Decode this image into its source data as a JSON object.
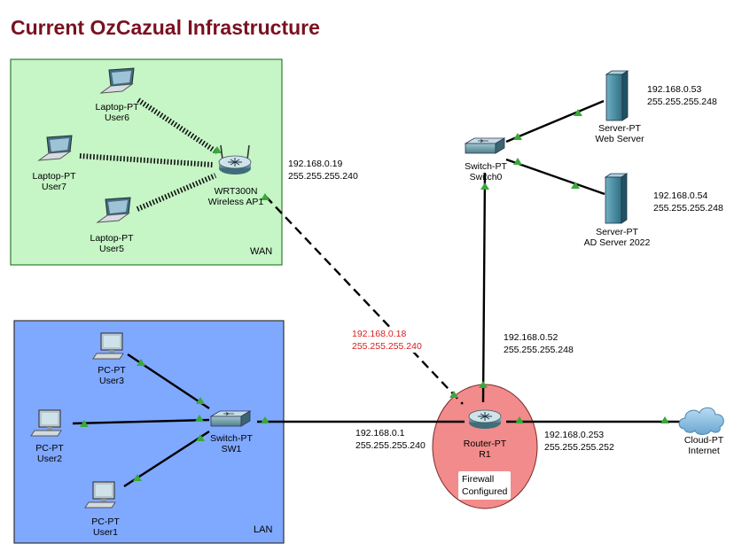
{
  "title": "Current OzCazual Infrastructure",
  "zones": {
    "wan": "WAN",
    "lan": "LAN"
  },
  "devices": {
    "user6": {
      "model": "Laptop-PT",
      "name": "User6"
    },
    "user7": {
      "model": "Laptop-PT",
      "name": "User7"
    },
    "user5": {
      "model": "Laptop-PT",
      "name": "User5"
    },
    "ap1": {
      "model": "WRT300N",
      "name": "Wireless AP1"
    },
    "user3": {
      "model": "PC-PT",
      "name": "User3"
    },
    "user2": {
      "model": "PC-PT",
      "name": "User2"
    },
    "user1": {
      "model": "PC-PT",
      "name": "User1"
    },
    "sw1": {
      "model": "Switch-PT",
      "name": "SW1"
    },
    "switch0": {
      "model": "Switch-PT",
      "name": "Switch0"
    },
    "web": {
      "model": "Server-PT",
      "name": "Web Server"
    },
    "ad": {
      "model": "Server-PT",
      "name": "AD Server 2022"
    },
    "r1": {
      "model": "Router-PT",
      "name": "R1"
    },
    "cloud": {
      "model": "Cloud-PT",
      "name": "Internet"
    }
  },
  "addresses": {
    "ap1": {
      "ip": "192.168.0.19",
      "mask": "255.255.255.240"
    },
    "r1_wan": {
      "ip": "192.168.0.18",
      "mask": "255.255.255.240"
    },
    "r1_srv": {
      "ip": "192.168.0.52",
      "mask": "255.255.255.248"
    },
    "web": {
      "ip": "192.168.0.53",
      "mask": "255.255.255.248"
    },
    "ad": {
      "ip": "192.168.0.54",
      "mask": "255.255.255.248"
    },
    "r1_lan": {
      "ip": "192.168.0.1",
      "mask": "255.255.255.240"
    },
    "r1_inet": {
      "ip": "192.168.0.253",
      "mask": "255.255.255.252"
    }
  },
  "firewall_note": {
    "line1": "Firewall",
    "line2": "Configured"
  },
  "colors": {
    "title": "#7a1020",
    "wan_fill": "#c6f5c6",
    "wan_border": "#2e7d2e",
    "lan_fill": "#7fa8ff",
    "lan_border": "#333333",
    "firewall_fill": "#f28b8b",
    "link_endpoint": "#3aa83a",
    "red_text": "#d81e1e"
  },
  "icons": [
    "laptop-icon",
    "wireless-router-icon",
    "pc-icon",
    "switch-icon",
    "server-icon",
    "router-icon",
    "cloud-icon"
  ]
}
